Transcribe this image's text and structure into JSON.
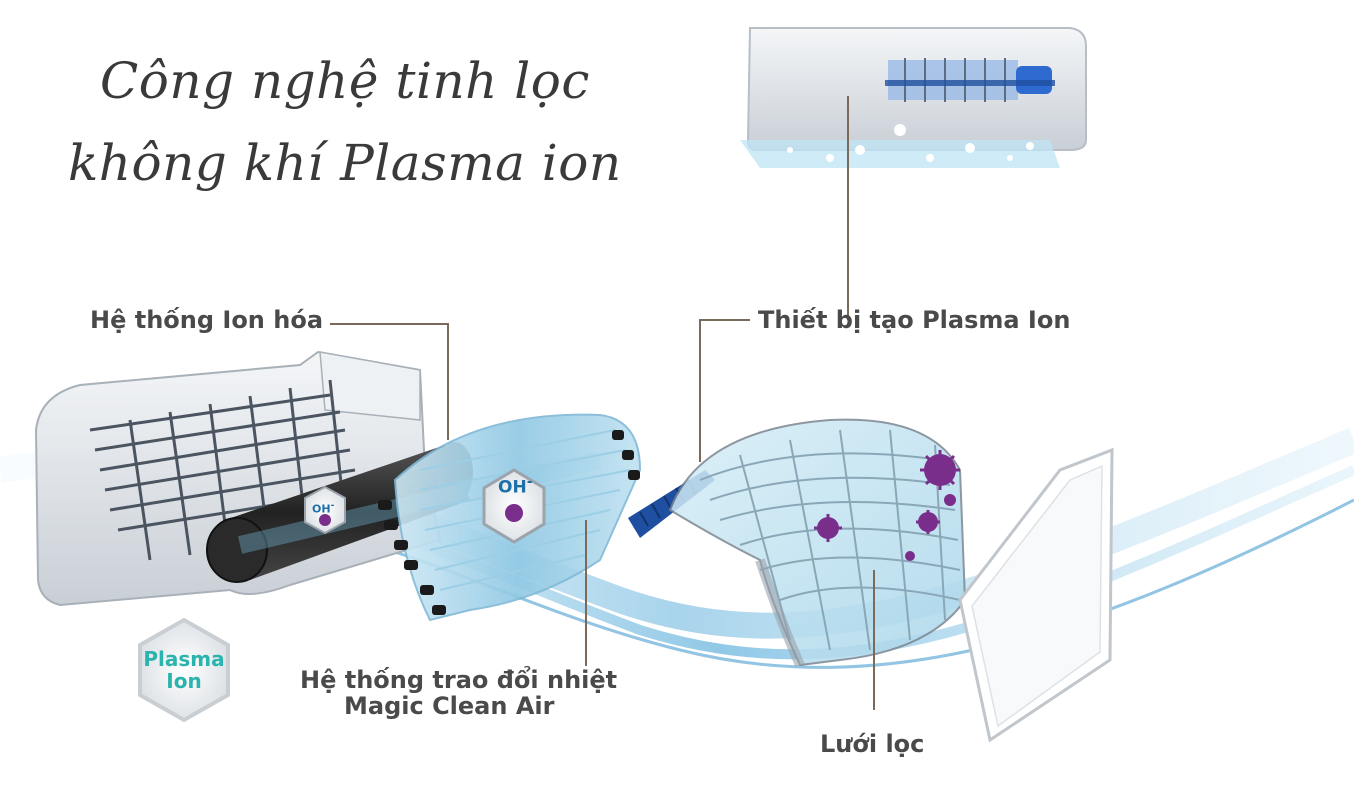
{
  "title": {
    "line1": "Công nghệ tinh lọc",
    "line2": "không khí Plasma ion"
  },
  "labels": {
    "ionization_system": "Hệ thống Ion hóa",
    "plasma_device": "Thiết bị tạo Plasma Ion",
    "heat_exchanger_line1": "Hệ thống trao đổi nhiệt",
    "heat_exchanger_line2": "Magic Clean Air",
    "filter_mesh": "Lưới lọc"
  },
  "badges": {
    "plasma_line1": "Plasma",
    "plasma_line2": "Ion",
    "oh": "OH",
    "oh_sup": "-"
  },
  "colors": {
    "label_text": "#4a4a4a",
    "leader_line": "#7a6a5a",
    "airflow": "#5fb6e0",
    "plasma_teal": "#2bb3ad",
    "virus": "#7a2e8c",
    "device_blue": "#1f4fa0"
  },
  "icons": [
    "ac-indoor-unit",
    "fan-cylinder",
    "heat-exchanger-coil",
    "plasma-ion-device",
    "filter-mesh",
    "front-panel",
    "virus",
    "oh-badge",
    "plasma-ion-badge"
  ]
}
